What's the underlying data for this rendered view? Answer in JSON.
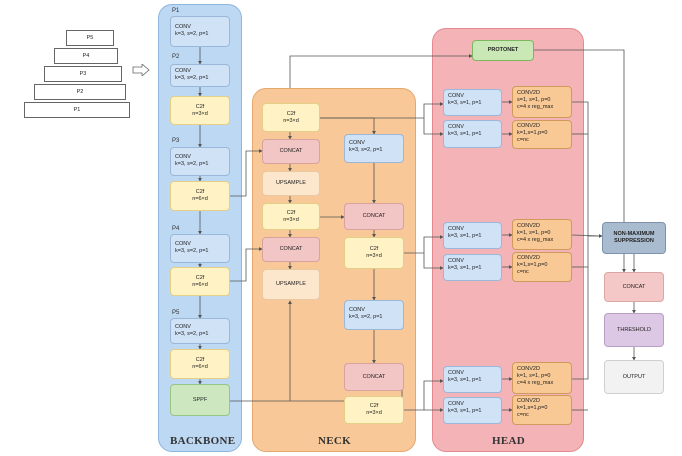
{
  "pyramid": {
    "levels": [
      "P5",
      "P4",
      "P3",
      "P2",
      "P1"
    ]
  },
  "backbone": {
    "title": "BACKBONE",
    "stages": [
      {
        "label": "P1",
        "conv_title": "CONV",
        "conv_params": "k=3, s=2, p=1"
      },
      {
        "label": "P2",
        "conv_title": "CONV",
        "conv_params": "k=3, s=2, p=1",
        "c2f_title": "C2f",
        "c2f_params": "n=3×d"
      },
      {
        "label": "P3",
        "conv_title": "CONV",
        "conv_params": "k=3, s=2, p=1",
        "c2f_title": "C2f",
        "c2f_params": "n=6×d"
      },
      {
        "label": "P4",
        "conv_title": "CONV",
        "conv_params": "k=3, s=2, p=1",
        "c2f_title": "C2f",
        "c2f_params": "n=6×d"
      },
      {
        "label": "P5",
        "conv_title": "CONV",
        "conv_params": "k=3, s=2, p=1",
        "c2f_title": "C2f",
        "c2f_params": "n=6×d"
      }
    ],
    "sppf": "SPPF"
  },
  "neck": {
    "title": "NECK",
    "c2f_top": {
      "title": "C2f",
      "params": "n=3×d"
    },
    "concat1": "CONCAT",
    "upsample1": "UPSAMPLE",
    "c2f_mid": {
      "title": "C2f",
      "params": "n=3×d"
    },
    "concat2": "CONCAT",
    "upsample2": "UPSAMPLE",
    "conv_a": {
      "title": "CONV",
      "params": "k=3, s=2, p=1"
    },
    "concat3": "CONCAT",
    "c2f_a": {
      "title": "C2f",
      "params": "n=3×d"
    },
    "conv_b": {
      "title": "CONV",
      "params": "k=3, s=2, p=1"
    },
    "concat4": "CONCAT",
    "c2f_b": {
      "title": "C2f",
      "params": "n=3×d"
    }
  },
  "head": {
    "title": "HEAD",
    "protonet": "PROTONET",
    "branches": [
      {
        "conv1": {
          "title": "CONV",
          "params": "k=3, s=1, p=1"
        },
        "conv2": {
          "title": "CONV",
          "params": "k=3, s=1, p=1"
        },
        "conv2d1": {
          "title": "CONV2D",
          "line1": "s=1, s=1, p=0",
          "line2": "c=4 x reg_max"
        },
        "conv2d2": {
          "title": "CONV2D",
          "line1": "k=1,s=1,p=0",
          "line2": "c=nc"
        }
      },
      {
        "conv1": {
          "title": "CONV",
          "params": "k=3, s=1, p=1"
        },
        "conv2": {
          "title": "CONV",
          "params": "k=3, s=1, p=1"
        },
        "conv2d1": {
          "title": "CONV2D",
          "line1": "k=1, s=1, p=0",
          "line2": "c=4 x reg_max"
        },
        "conv2d2": {
          "title": "CONV2D",
          "line1": "k=1,s=1,p=0",
          "line2": "c=nc"
        }
      },
      {
        "conv1": {
          "title": "CONV",
          "params": "k=3, s=1, p=1"
        },
        "conv2": {
          "title": "CONV",
          "params": "k=3, s=1, p=1"
        },
        "conv2d1": {
          "title": "CONV2D",
          "line1": "k=1, s=1, p=0",
          "line2": "c=4 x reg_max"
        },
        "conv2d2": {
          "title": "CONV2D",
          "line1": "k=1,s=1,p=0",
          "line2": "c=nc"
        }
      }
    ]
  },
  "post": {
    "nms_line1": "NON-MAXIMUM",
    "nms_line2": "SUPPRESSION",
    "concat": "CONCAT",
    "threshold": "THRESHOLD",
    "output": "OUTPUT"
  }
}
